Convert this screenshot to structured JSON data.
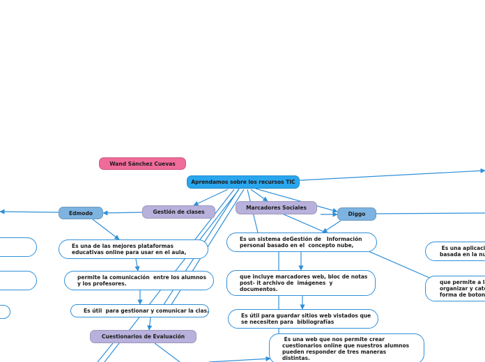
{
  "colors": {
    "edge": "#2e8fd8",
    "author": "#f06b9a",
    "root": "#2aa6ee",
    "category": "#b8b1dc",
    "tool": "#7db3e0"
  },
  "nodes": {
    "author": "Wand Sánchez  Cuevas",
    "root": "Aprendamos  sobre los recursos TIC",
    "edmodo": "Edmodo",
    "gestion": "Gestión de clases",
    "marcadores": "Marcadores  Sociales",
    "diggo": "Diggo",
    "cuestionarios": "Cuestionarios de Evaluación"
  },
  "notes": {
    "edmodo_1": "Es una de las mejores plataformas\neducativas online para usar en el aula,",
    "edmodo_2": "permite la comunicación  entre los alumnos\ny los profesores.",
    "edmodo_3": "Es útil  para gestionar y comunicar la clas.",
    "diggo_1": "Es un sistema deGestión de   Información\npersonal basado en el  concepto nube,",
    "diggo_2": "que incluye marcadores web, bloc de notas\npost- it archivo de  imágenes  y\ndocumentos.",
    "diggo_3": "Es útil para guardar sitios web vistados que\nse necesiten para  bibliografías",
    "cuest_1": " Es una web que nos permite crear\ncuestionarios online que nuestros alumnos\npueden responder de tres maneras\ndistintas.",
    "right_1": " Es una aplicació\nbasada en la nub",
    "right_2": "que permite a los\norganizar y categ\nforma de botone"
  }
}
